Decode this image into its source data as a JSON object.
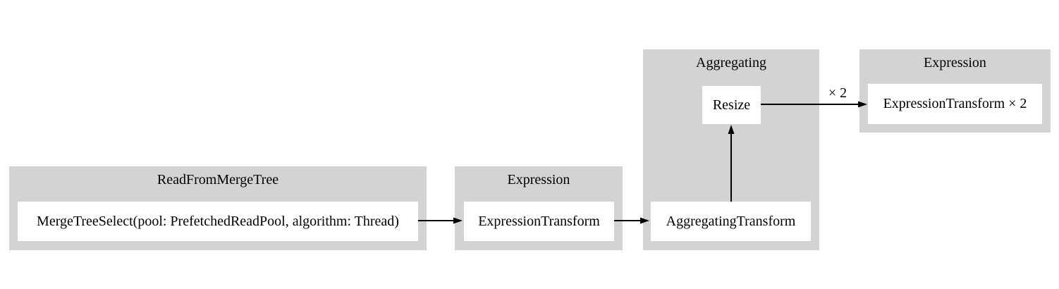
{
  "diagram": {
    "colors": {
      "background": "#ffffff",
      "cluster-fill": "#d3d3d3",
      "node-fill": "#ffffff",
      "edge": "#000000",
      "text": "#000000"
    },
    "clusters": [
      {
        "id": "read_from_merge_tree",
        "label": "ReadFromMergeTree",
        "nodes": [
          {
            "id": "merge_tree_select",
            "label": "MergeTreeSelect(pool: PrefetchedReadPool, algorithm: Thread)"
          }
        ]
      },
      {
        "id": "expression_1",
        "label": "Expression",
        "nodes": [
          {
            "id": "expression_transform",
            "label": "ExpressionTransform"
          }
        ]
      },
      {
        "id": "aggregating",
        "label": "Aggregating",
        "nodes": [
          {
            "id": "resize",
            "label": "Resize"
          },
          {
            "id": "aggregating_transform",
            "label": "AggregatingTransform"
          }
        ]
      },
      {
        "id": "expression_2",
        "label": "Expression",
        "nodes": [
          {
            "id": "expression_transform_x2",
            "label": "ExpressionTransform × 2"
          }
        ]
      }
    ],
    "edges": [
      {
        "from": "merge_tree_select",
        "to": "expression_transform",
        "label": ""
      },
      {
        "from": "expression_transform",
        "to": "aggregating_transform",
        "label": ""
      },
      {
        "from": "aggregating_transform",
        "to": "resize",
        "label": ""
      },
      {
        "from": "resize",
        "to": "expression_transform_x2",
        "label": "× 2"
      }
    ]
  }
}
